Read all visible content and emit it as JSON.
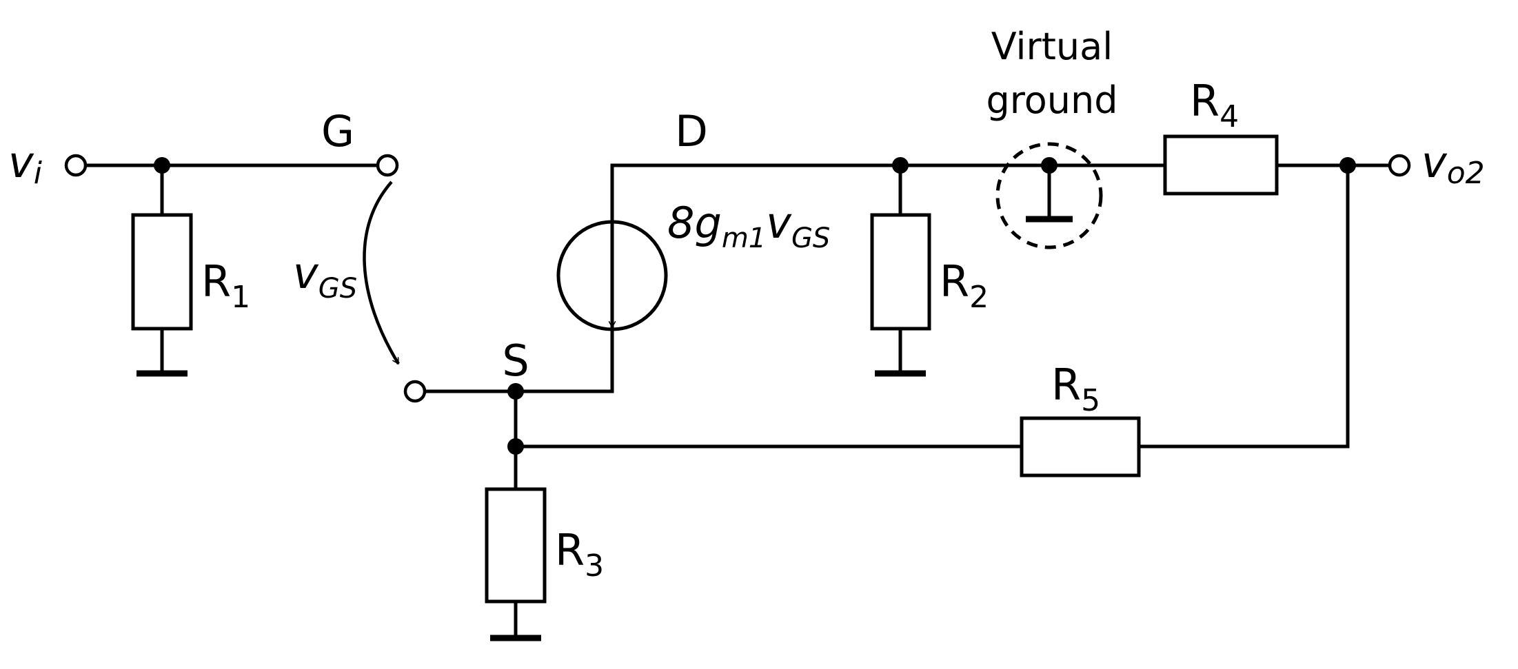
{
  "labels": {
    "vi_main": "v",
    "vi_sub": "i",
    "vo2_main": "v",
    "vo2_sub": "o2",
    "node_g": "G",
    "node_d": "D",
    "node_s": "S",
    "vgs_main": "v",
    "vgs_sub": "GS",
    "source_prefix": "8g",
    "source_sub1": "m1",
    "source_v": "v",
    "source_sub2": "GS",
    "vg_line1": "Virtual",
    "vg_line2": "ground"
  },
  "resistors": {
    "r1": {
      "main": "R",
      "sub": "1"
    },
    "r2": {
      "main": "R",
      "sub": "2"
    },
    "r3": {
      "main": "R",
      "sub": "3"
    },
    "r4": {
      "main": "R",
      "sub": "4"
    },
    "r5": {
      "main": "R",
      "sub": "5"
    }
  },
  "colors": {
    "ink": "#000000",
    "background": "#ffffff"
  }
}
